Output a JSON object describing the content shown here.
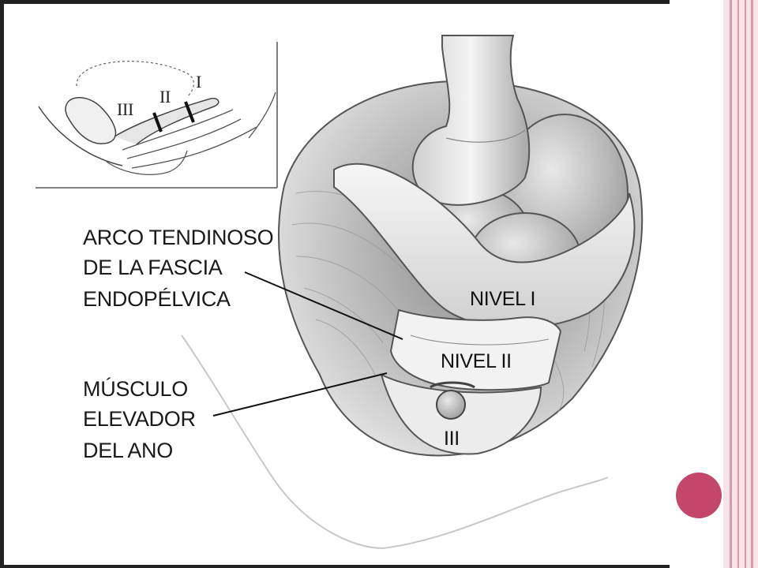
{
  "inset": {
    "level_labels": [
      "I",
      "II",
      "III"
    ]
  },
  "labels": {
    "arco": [
      "ARCO TENDINOSO",
      "DE LA FASCIA",
      "ENDOPÉLVICA"
    ],
    "musculo": [
      "MÚSCULO",
      "ELEVADOR",
      "DEL ANO"
    ],
    "nivel_1": "NIVEL I",
    "nivel_2": "NIVEL II",
    "nivel_3": "III"
  },
  "colors": {
    "accent_circle": "#c5466b",
    "deco_panel": "#f7e3e8",
    "deco_stripe": "#d99aab"
  }
}
